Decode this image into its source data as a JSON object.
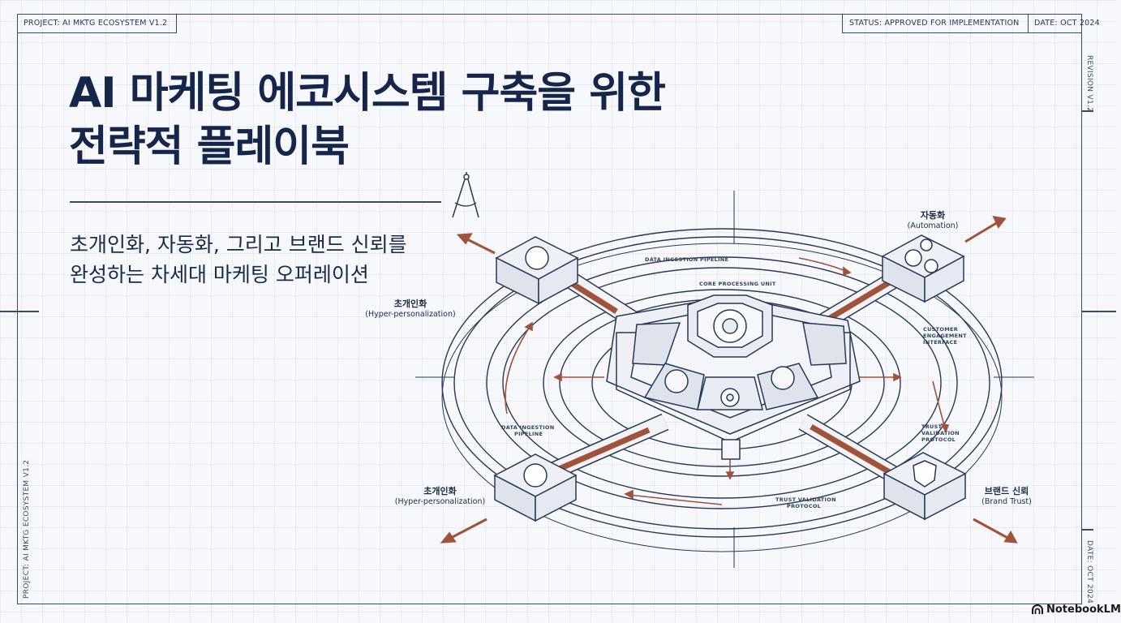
{
  "header": {
    "project": "PROJECT: AI MKTG ECOSYSTEM V1.2",
    "status": "STATUS: APPROVED FOR IMPLEMENTATION",
    "date": "DATE: OCT 2024"
  },
  "side": {
    "revision": "REVISION V1.2",
    "left_project": "PROJECT: AI MKTG ECOSYSTEM V1.2",
    "right_date": "DATE: OCT 2024"
  },
  "title": {
    "line1": "AI 마케팅 에코시스템 구축을 위한",
    "line2": "전략적 플레이북"
  },
  "subtitle": {
    "line1": "초개인화, 자동화, 그리고 브랜드 신뢰를",
    "line2": "완성하는 차세대 마케팅 오퍼레이션"
  },
  "diagram_labels": {
    "top_left": {
      "ko": "초개인화",
      "en": "(Hyper-personalization)"
    },
    "bottom_left": {
      "ko": "초개인화",
      "en": "(Hyper-personalization)"
    },
    "top_right": {
      "ko": "자동화",
      "en": "(Automation)"
    },
    "bottom_right": {
      "ko": "브랜드 신뢰",
      "en": "(Brand Trust)"
    },
    "ring_top": "DATA INGESTION PIPELINE",
    "core": "CORE PROCESSING UNIT",
    "ring_left_1": "DATA INGESTION",
    "ring_left_2": "PIPELINE",
    "ring_right_1": "CUSTOMER",
    "ring_right_2": "ENGAGEMENT",
    "ring_right_3": "INTERFACE",
    "trust_1": "TRUST",
    "trust_2": "VALIDATION",
    "trust_3": "PROTOCOL",
    "ring_bottom_1": "TRUST VALIDATION",
    "ring_bottom_2": "PROTOCOL"
  },
  "brand": {
    "name": "NotebookLM"
  },
  "colors": {
    "ink": "#1b2a4a",
    "accent": "#a0523a",
    "paper": "#f7f8fb"
  }
}
